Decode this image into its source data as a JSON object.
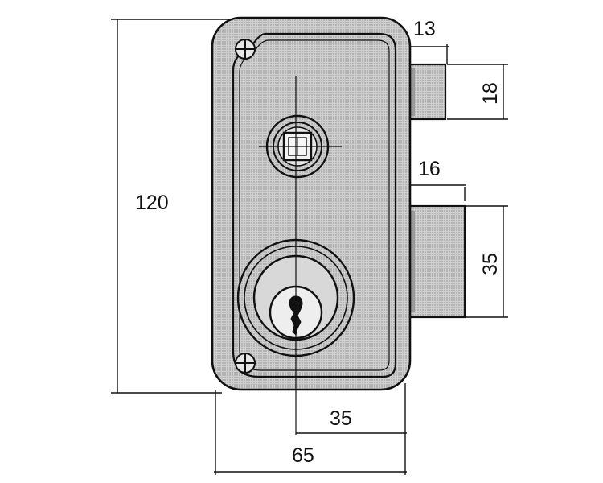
{
  "dimensions": {
    "height_total": "120",
    "bolt_top_depth": "13",
    "bolt_top_height": "18",
    "bolt_bottom_depth": "16",
    "bolt_bottom_height": "35",
    "backset": "35",
    "width_total": "65"
  },
  "colors": {
    "body_fill": "#c9c9c9",
    "line": "#111111",
    "background": "#ffffff"
  }
}
